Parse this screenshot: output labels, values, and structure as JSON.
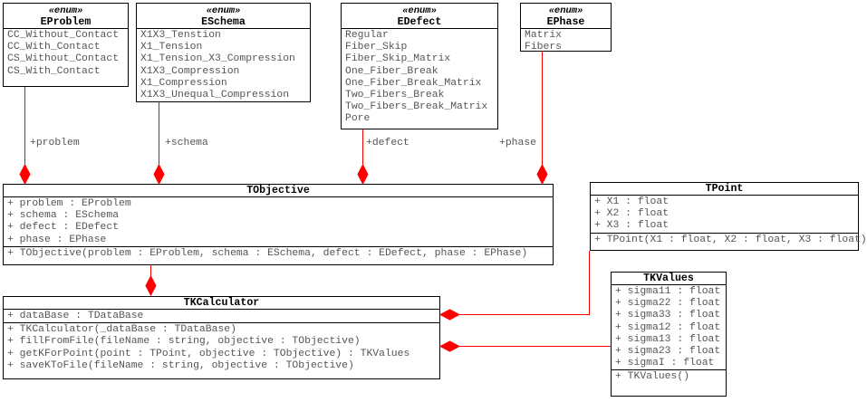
{
  "colors": {
    "connector_red": "#ff0000",
    "member_text_gray": "#555555",
    "box_border": "#000000",
    "background": "#ffffff"
  },
  "classes": {
    "eproblem": {
      "stereotype": "«enum»",
      "name": "EProblem",
      "attributes": [
        "CC_Without_Contact",
        "CC_With_Contact",
        "CS_Without_Contact",
        "CS_With_Contact"
      ]
    },
    "eschema": {
      "stereotype": "«enum»",
      "name": "ESchema",
      "attributes": [
        "X1X3_Tenstion",
        "X1_Tension",
        "X1_Tension_X3_Compression",
        "X1X3_Compression",
        "X1_Compression",
        "X1X3_Unequal_Compression"
      ]
    },
    "edefect": {
      "stereotype": "«enum»",
      "name": "EDefect",
      "attributes": [
        "Regular",
        "Fiber_Skip",
        "Fiber_Skip_Matrix",
        "One_Fiber_Break",
        "One_Fiber_Break_Matrix",
        "Two_Fibers_Break",
        "Two_Fibers_Break_Matrix",
        "Pore"
      ]
    },
    "ephase": {
      "stereotype": "«enum»",
      "name": "EPhase",
      "attributes": [
        "Matrix",
        "Fibers"
      ]
    },
    "tobjective": {
      "name": "TObjective",
      "attributes": [
        "+ problem : EProblem",
        "+ schema : ESchema",
        "+ defect : EDefect",
        "+ phase : EPhase"
      ],
      "methods": [
        "+ TObjective(problem : EProblem, schema : ESchema, defect : EDefect, phase : EPhase)"
      ]
    },
    "tpoint": {
      "name": "TPoint",
      "attributes": [
        "+ X1 : float",
        "+ X2 : float",
        "+ X3 : float"
      ],
      "methods": [
        "+ TPoint(X1 : float, X2 : float, X3 : float)"
      ]
    },
    "tkcalculator": {
      "name": "TKCalculator",
      "attributes": [
        "+ dataBase : TDataBase"
      ],
      "methods": [
        "+ TKCalculator(_dataBase : TDataBase)",
        "+ fillFromFile(fileName : string, objective : TObjective)",
        "+ getKForPoint(point : TPoint, objective : TObjective) : TKValues",
        "+ saveKToFile(fileName : string, objective : TObjective)"
      ]
    },
    "tkvalues": {
      "name": "TKValues",
      "attributes": [
        "+ sigma11 : float",
        "+ sigma22 : float",
        "+ sigma33 : float",
        "+ sigma12 : float",
        "+ sigma13 : float",
        "+ sigma23 : float",
        "+ sigmaI : float"
      ],
      "methods": [
        "+ TKValues()"
      ]
    }
  },
  "relationships": {
    "problem": {
      "label": "+problem",
      "type": "composition",
      "from": "EProblem",
      "to": "TObjective"
    },
    "schema": {
      "label": "+schema",
      "type": "composition",
      "from": "ESchema",
      "to": "TObjective"
    },
    "defect": {
      "label": "+defect",
      "type": "composition",
      "from": "EDefect",
      "to": "TObjective"
    },
    "phase": {
      "label": "+phase",
      "type": "composition",
      "from": "EPhase",
      "to": "TObjective"
    },
    "objective": {
      "type": "composition",
      "from": "TObjective",
      "to": "TKCalculator"
    },
    "point": {
      "type": "composition",
      "from": "TPoint",
      "to": "TKCalculator"
    },
    "values": {
      "type": "composition",
      "from": "TKValues",
      "to": "TKCalculator"
    }
  }
}
